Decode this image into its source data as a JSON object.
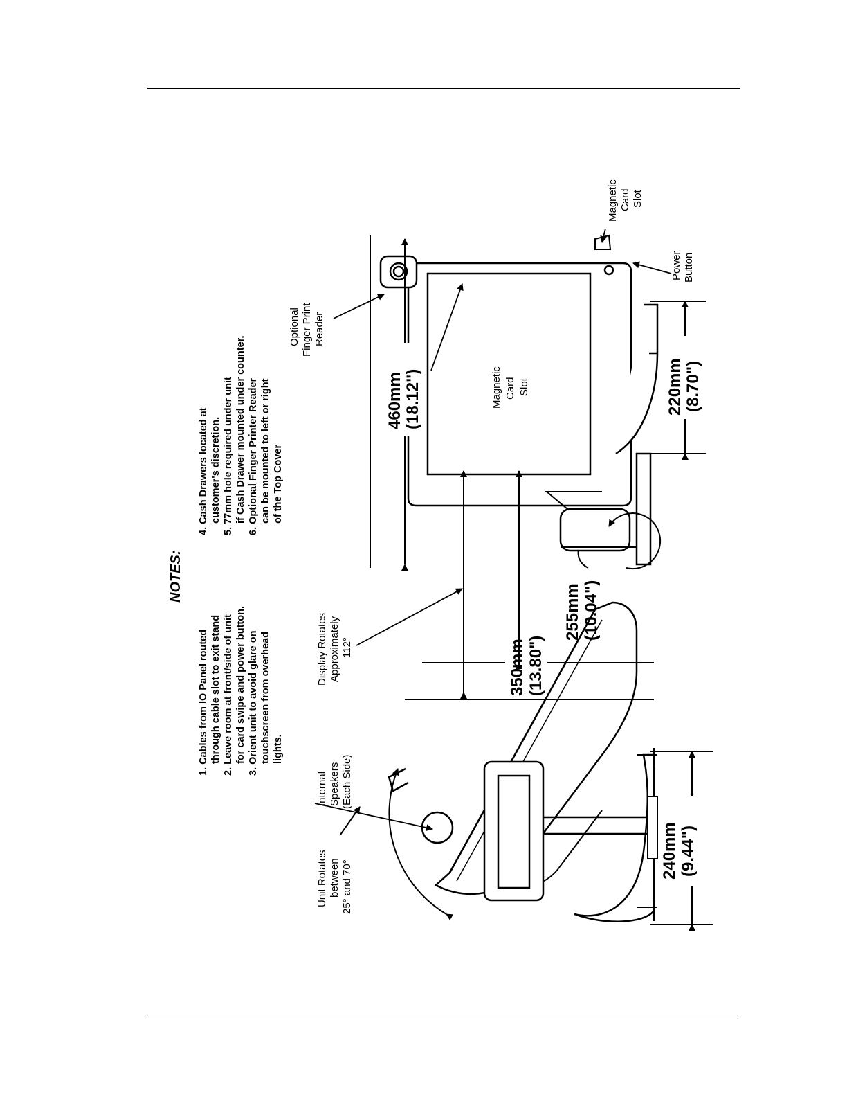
{
  "notes": {
    "heading": "NOTES:",
    "left": [
      "1. Cables from IO Panel routed",
      "through cable slot to exit stand",
      "2. Leave room at front/side of unit",
      "for card swipe and power button.",
      "3. Orient unit to avoid glare on",
      "touchscreen from overhead",
      "lights."
    ],
    "right": [
      "4. Cash Drawers located at",
      "customer's discretion.",
      "5. 77mm hole required under unit",
      "if Cash Drawer mounted under counter.",
      "6. Optional Finger Printer Reader",
      "can be mounted to left or right",
      "of the Top Cover"
    ]
  },
  "callouts": {
    "unit_rotates": [
      "Unit Rotates",
      "between",
      "25° and 70°"
    ],
    "internal_speakers": [
      "Internal",
      "Speakers",
      "(Each Side)"
    ],
    "display_rotates": [
      "Display Rotates",
      "Approximately",
      "112°"
    ],
    "finger_print": [
      "Optional",
      "Finger Print",
      "Reader"
    ],
    "magnetic_card_top": [
      "Magnetic",
      "Card",
      "Slot"
    ],
    "power_button": [
      "Power",
      "Button"
    ],
    "magnetic_card_screen": [
      "Magnetic",
      "Card",
      "Slot"
    ]
  },
  "dimensions": {
    "base_depth": [
      "240mm",
      "(9.44\")"
    ],
    "overall_depth": [
      "350mm",
      "(13.80\")"
    ],
    "stand_depth": [
      "255mm",
      "(10.04\")"
    ],
    "height": [
      "460mm",
      "(18.12\")"
    ],
    "base_width": [
      "220mm",
      "(8.70\")"
    ]
  }
}
